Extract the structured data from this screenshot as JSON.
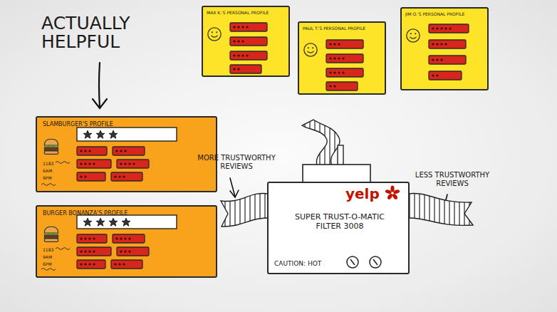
{
  "diagram": {
    "nodes": [
      {
        "text": [
          "MAX K.'S PERSONAL PROFILE"
        ]
      },
      {
        "text": [
          "PAUL T.'S PERSONAL PROFILE"
        ]
      },
      {
        "text": [
          "JIM O.'S PERSONAL PROFILE"
        ]
      },
      {
        "text": [
          "SLAMBURGER'S PROFILE",
          "1183",
          "6AM",
          "9PM"
        ]
      },
      {
        "text": [
          "BURGER BONANZA'S PROFILE",
          "1183",
          "9AM",
          "6PM"
        ]
      },
      {
        "text": [
          "yelp",
          "SUPER TRUST-O-MATIC FILTER 3008",
          "CAUTION: HOT"
        ]
      }
    ],
    "labels": [
      "ACTUALLY HELPFUL",
      "MORE TRUSTWORTHY REVIEWS",
      "LESS TRUSTWORTHY REVIEWS"
    ]
  }
}
